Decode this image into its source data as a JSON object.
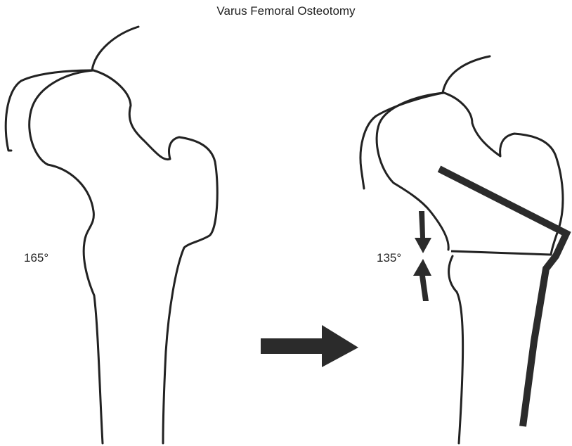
{
  "figure": {
    "title": "Varus Femoral Osteotomy",
    "angle_before": "165°",
    "angle_after": "135°"
  }
}
